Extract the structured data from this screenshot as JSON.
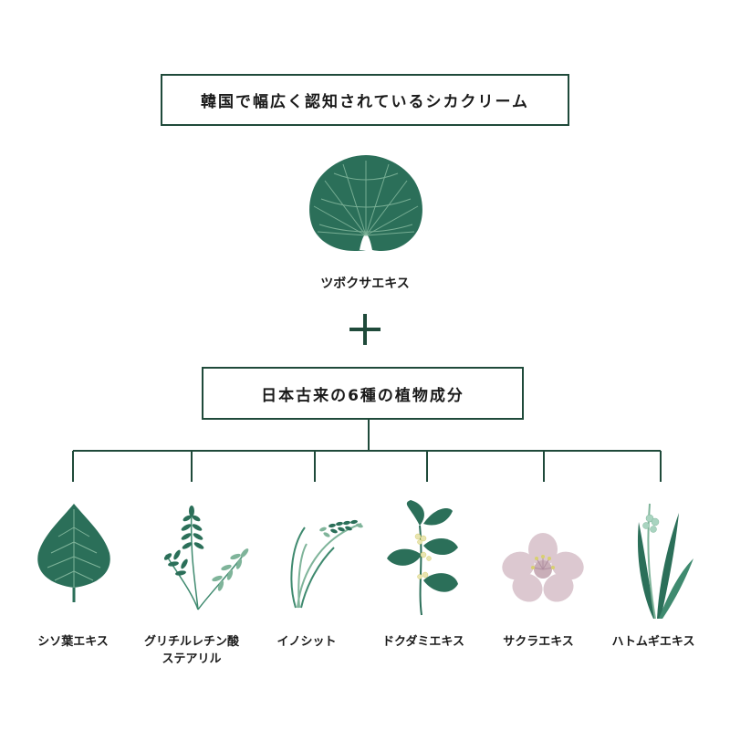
{
  "top_label": "韓国で幅広く認知されているシカクリーム",
  "main_plant": {
    "name": "ツボクサエキス",
    "icon": "centella-leaf-icon",
    "color": "#2b6f59"
  },
  "connector": "plus-icon",
  "middle_label": "日本古来の6種の植物成分",
  "plants": [
    {
      "line1": "シソ葉エキス",
      "line2": "",
      "icon": "shiso-leaf-icon"
    },
    {
      "line1": "グリチルレチン酸",
      "line2": "ステアリル",
      "icon": "licorice-plant-icon"
    },
    {
      "line1": "イノシット",
      "line2": "",
      "icon": "rice-plant-icon"
    },
    {
      "line1": "ドクダミエキス",
      "line2": "",
      "icon": "dokudami-plant-icon"
    },
    {
      "line1": "サクラエキス",
      "line2": "",
      "icon": "sakura-flower-icon"
    },
    {
      "line1": "ハトムギエキス",
      "line2": "",
      "icon": "job-tears-plant-icon"
    }
  ],
  "colors": {
    "line": "#1f4a3a",
    "leaf_dark": "#2b6f59",
    "leaf_mid": "#3f8a6f",
    "leaf_light": "#7fb49a",
    "sakura": "#dcc8d0",
    "accent_yellow": "#d8d070"
  }
}
